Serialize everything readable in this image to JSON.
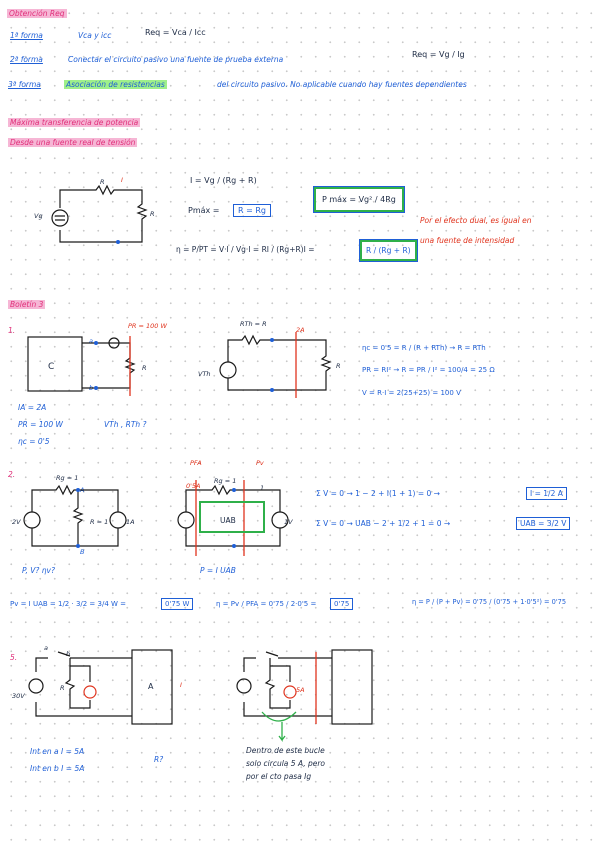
{
  "s1": {
    "title": "Obtención Req",
    "f1_label": "1ª forma",
    "f1_text": "Vca y icc",
    "f1_formula": "Req = Vca / Icc",
    "f2_label": "2ª forma",
    "f2_text": "Conectar el circuito pasivo una fuente de prueba externa",
    "f2_formula": "Req = Vg / Ig",
    "f3_label": "3ª forma",
    "f3_hl": "Asociación de resistencias",
    "f3_text": "del circuito pasivo. No aplicable cuando hay fuentes dependientes"
  },
  "s2": {
    "title": "Máxima transferencia de potencia",
    "subtitle": "Desde una fuente real de tensión",
    "eq_i": "I = Vg / (Rg + R)",
    "eq_pmax": "Pmáx =",
    "eq_cond": "R = Rg",
    "eq_pbox": "P máx = Vg² / 4Rg",
    "eq_eta": "η = P/PT = V·I / Vg·I = RI / (Rg+R)I =",
    "eq_eta_box": "R / (Rg + R)",
    "note1": "Por el efecto dual, es igual en",
    "note2": "una fuente de intensidad",
    "lbl_vg": "Vg",
    "lbl_R": "R",
    "lbl_Rg": "R",
    "lbl_I": "I"
  },
  "s3": {
    "title": "Boletín 3",
    "p1_num": "1.",
    "p1_box": "C",
    "p1_pr": "PR = 100 W",
    "p1_a": "a",
    "p1_b": "b",
    "p1_R": "R",
    "p1_data1": "IA = 2A",
    "p1_data2": "PR = 100 W",
    "p1_data3": "ηc = 0'5",
    "p1_q": "VTh , RTh ?",
    "p1_rth": "RTh = R",
    "p1_2a": "2A",
    "p1_vth": "VTh",
    "p1_R2": "R",
    "p1_eq1": "ηc = 0'5 = R / (R + RTh) → R = RTh",
    "p1_eq2": "PR = RI² → R = PR / I² = 100/4 = 25 Ω",
    "p1_eq3": "V = R·I = 2(25+25) = 100 V",
    "p2_num": "2.",
    "p2_rg": "Rg = 1",
    "p2_r1": "R = 1",
    "p2_2v": "2V",
    "p2_1a": "1A",
    "p2_a": "A",
    "p2_b": "B",
    "p2_q": "P, V?  ηv?",
    "p2_pfa": "PFA",
    "p2_pv": "Pv",
    "p2_075": "0'5A",
    "p2_rg2": "Rg = 1",
    "p2_1": "1",
    "p2_uab": "UAB",
    "p2_1v": "1V",
    "p2_p": "P = I UAB",
    "p2_kvl1": "Σ V = 0 → 1 − 2 + I(1 + 1) = 0 →",
    "p2_box1": "I = 1/2 A",
    "p2_kvl2": "Σ V = 0 → UAB − 2 + 1/2 + 1 = 0 →",
    "p2_box2": "UAB = 3/2 V",
    "p2_pv_eq": "Pv = I UAB = 1/2 · 3/2 = 3/4 W =",
    "p2_pv_box": "0'75 W",
    "p2_eta_eq": "η = Pv / PFA = 0'75 / 2·0'5 =",
    "p2_eta_box": "0'75",
    "p2_eta2": "η = P / (P + Pv) = 0'75 / (0'75 + 1·0'5²) = 0'75",
    "p5_num": "5.",
    "p5_a": "a",
    "p5_b": "b",
    "p5_30v": "30V",
    "p5_R": "R",
    "p5_A": "A",
    "p5_I": "I",
    "p5_q1": "Int  en  a  I = 5A",
    "p5_q2": "Int  en  b  I = 5A",
    "p5_rq": "R?",
    "p5_5a": "5A",
    "p5_note1": "Dentro de este bucle",
    "p5_note2": "solo circula 5 A, pero",
    "p5_note3": "por el cto pasa Ig"
  }
}
